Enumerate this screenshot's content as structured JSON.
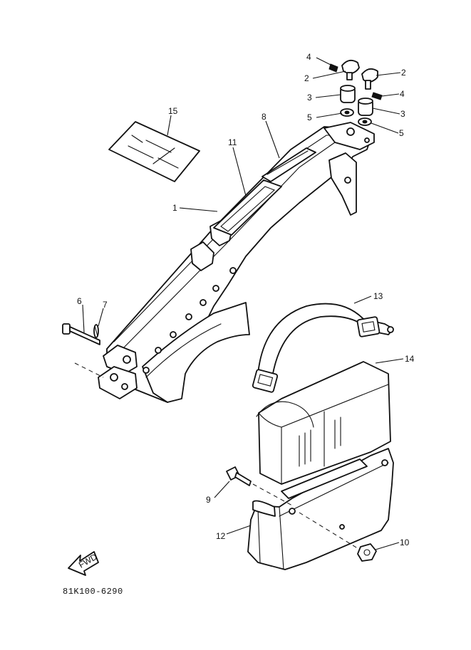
{
  "diagram": {
    "drawing_number": "81K100-6290",
    "callouts": {
      "c1": "1",
      "c2a": "2",
      "c2b": "2",
      "c3a": "3",
      "c3b": "3",
      "c4a": "4",
      "c4b": "4",
      "c5a": "5",
      "c5b": "5",
      "c6": "6",
      "c7": "7",
      "c8": "8",
      "c9": "9",
      "c10": "10",
      "c11": "11",
      "c12": "12",
      "c13": "13",
      "c14": "14",
      "c15": "15"
    },
    "direction_arrow_label": "FWD"
  }
}
